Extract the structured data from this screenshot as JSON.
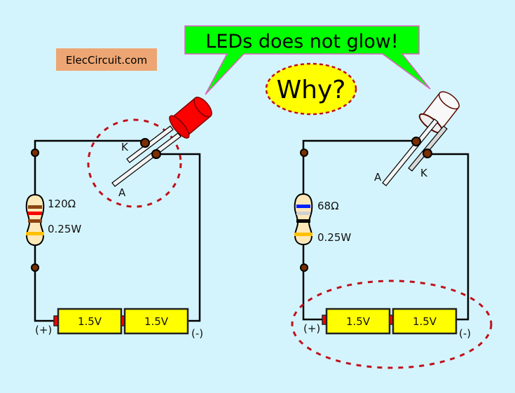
{
  "brand": {
    "label": "ElecCircuit.com",
    "color": "#eda673"
  },
  "callout": {
    "text": "LEDs does not glow!",
    "fill": "#00ff00",
    "border": "#e060c0"
  },
  "question": {
    "text": "Why?",
    "fill": "#ffff00",
    "border": "#c0101a"
  },
  "left_circuit": {
    "led": {
      "color": "red",
      "cathode_label": "K",
      "anode_label": "A"
    },
    "resistor": {
      "value": "120Ω",
      "power": "0.25W",
      "bands": [
        "#8b4513",
        "#ff0000",
        "#8b4513",
        "#ffc000"
      ]
    },
    "batteries": [
      {
        "label": "1.5V"
      },
      {
        "label": "1.5V"
      }
    ],
    "plus_label": "(+)",
    "minus_label": "(-)"
  },
  "right_circuit": {
    "led": {
      "color": "clear",
      "cathode_label": "K",
      "anode_label": "A"
    },
    "resistor": {
      "value": "68Ω",
      "power": "0.25W",
      "bands": [
        "#0020ff",
        "#d0d0d0",
        "#000000",
        "#ffc000"
      ]
    },
    "batteries": [
      {
        "label": "1.5V"
      },
      {
        "label": "1.5V"
      }
    ],
    "plus_label": "(+)",
    "minus_label": "(-)"
  }
}
